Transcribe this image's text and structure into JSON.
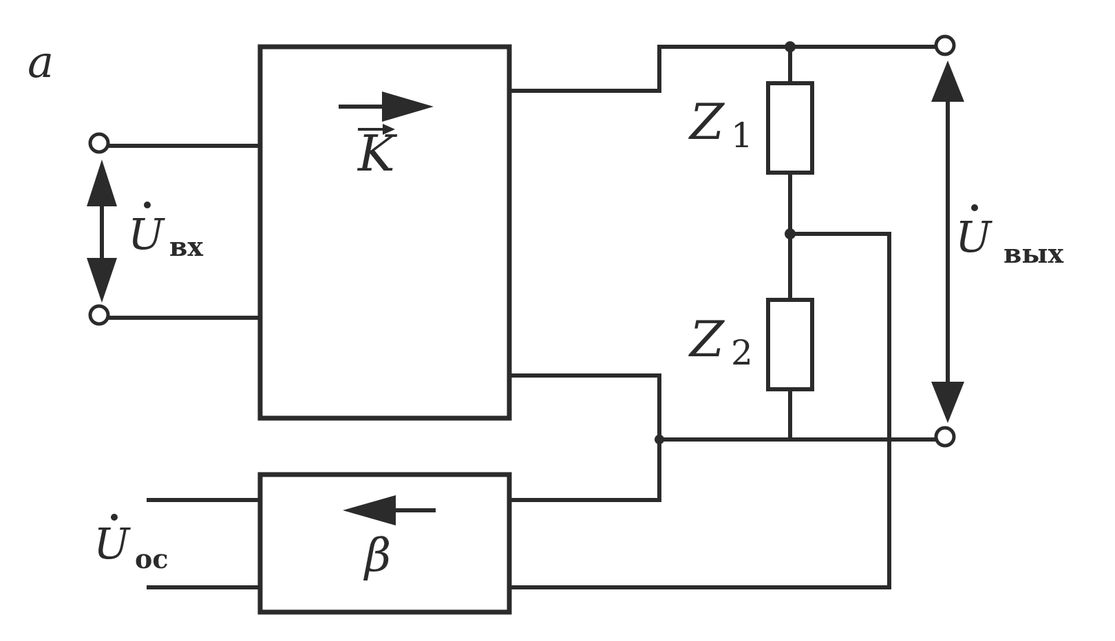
{
  "figure_label": "a",
  "amplifier": {
    "label": "K"
  },
  "feedback": {
    "label": "β"
  },
  "impedances": [
    {
      "letter": "Z",
      "index": "1"
    },
    {
      "letter": "Z",
      "index": "2"
    }
  ],
  "voltages": {
    "input": {
      "symbol": "U",
      "subscript": "вх"
    },
    "output": {
      "symbol": "U",
      "subscript": "вых"
    },
    "feedback": {
      "symbol": "U",
      "subscript": "ос"
    }
  }
}
